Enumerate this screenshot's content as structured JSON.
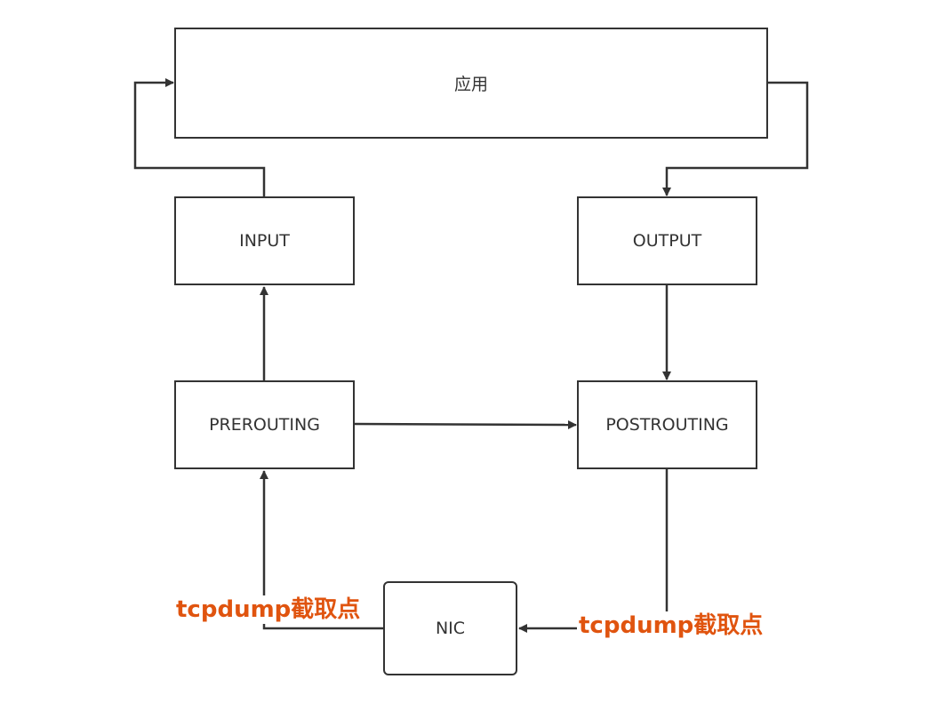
{
  "nodes": {
    "app": "应用",
    "input": "INPUT",
    "output": "OUTPUT",
    "prerouting": "PREROUTING",
    "postrouting": "POSTROUTING",
    "nic": "NIC"
  },
  "annotations": {
    "capture_left": "tcpdump截取点",
    "capture_right": "tcpdump截取点"
  },
  "colors": {
    "stroke": "#333333",
    "annotation": "#e0540f"
  }
}
